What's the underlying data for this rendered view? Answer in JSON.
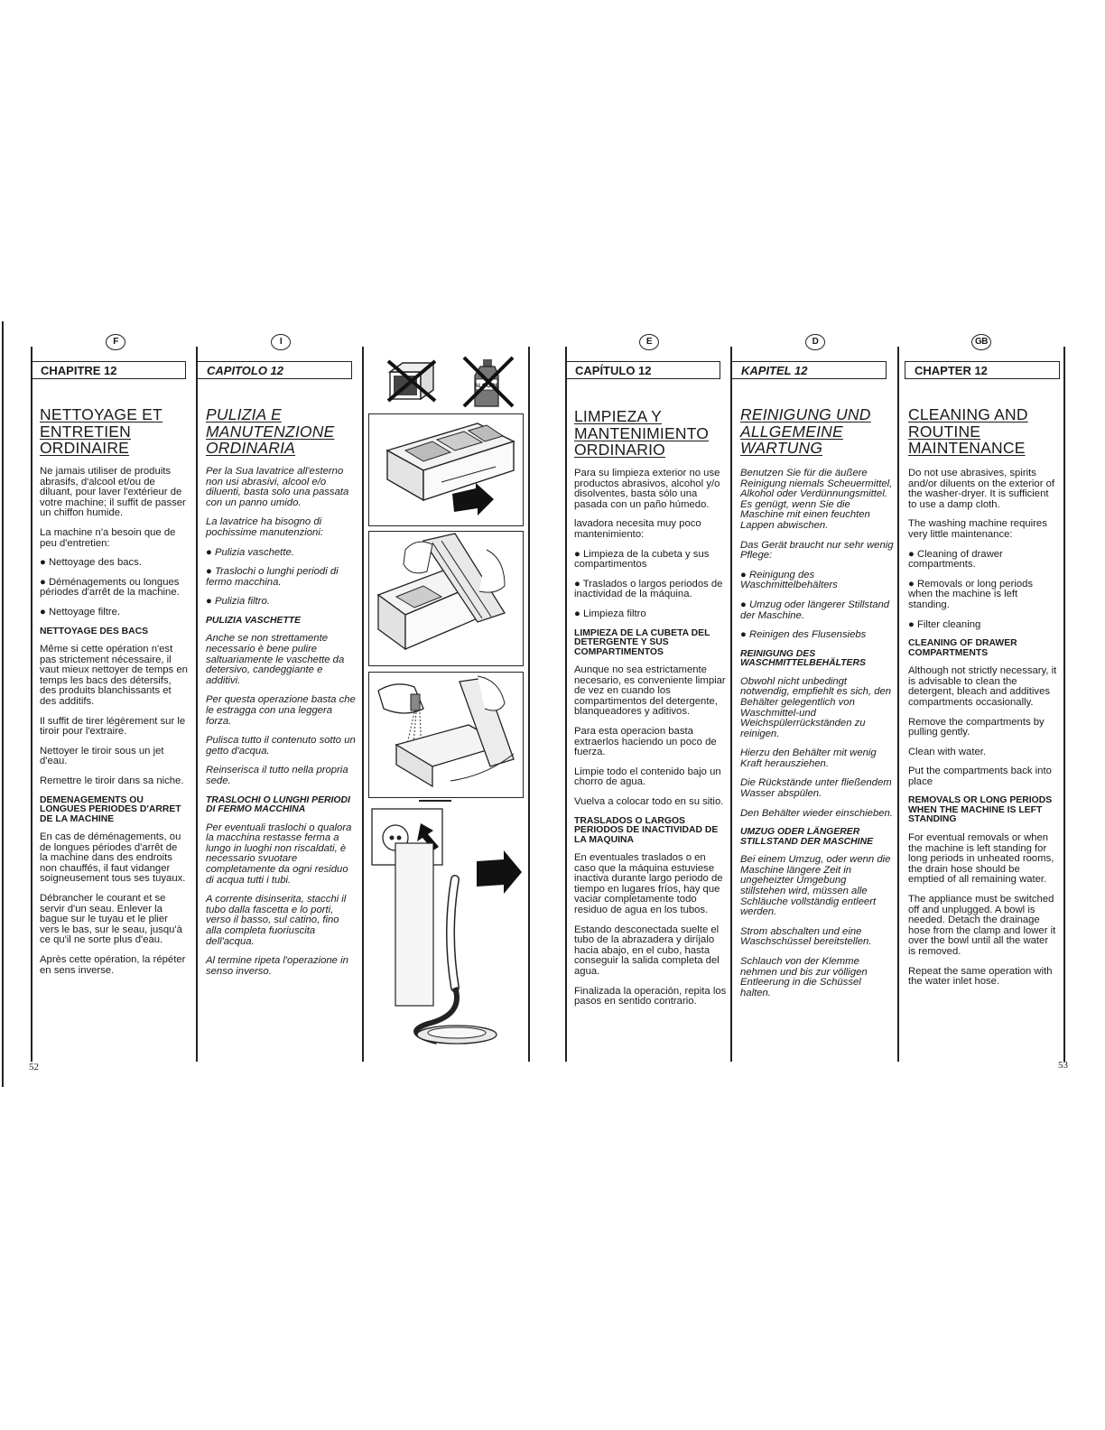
{
  "columns": {
    "fr": {
      "lang_badge": "F",
      "chapter": "CHAPITRE 12",
      "title": "NETTOYAGE ET\nENTRETIEN\nORDINAIRE",
      "paragraphs": [
        {
          "t": "Ne jamais utiliser de produits abrasifs, d'alcool et/ou de diluant, pour laver l'extérieur de votre machine; il suffit de passer un chiffon humide."
        },
        {
          "t": "La machine n'a besoin que de peu d'entretien:"
        },
        {
          "t": "Nettoyage des bacs.",
          "bullet": true
        },
        {
          "t": "Déménagements ou longues périodes d'arrêt de la machine.",
          "bullet": true
        },
        {
          "t": "Nettoyage filtre.",
          "bullet": true
        },
        {
          "t": "NETTOYAGE DES BACS",
          "heading": true
        },
        {
          "t": "Même si cette opération n'est pas strictement nécessaire, il vaut mieux nettoyer de temps en temps les bacs des détersifs, des produits blanchissants et des additifs."
        },
        {
          "t": "Il suffit de tirer légèrement sur le tiroir pour l'extraire."
        },
        {
          "t": "Nettoyer le tiroir sous un jet d'eau."
        },
        {
          "t": "Remettre le tiroir dans sa niche."
        },
        {
          "t": "DEMENAGEMENTS OU LONGUES PERIODES D'ARRET DE LA MACHINE",
          "heading": true
        },
        {
          "t": "En cas de déménagements, ou de longues périodes d'arrêt de la machine dans des endroits non chauffés, il faut vidanger soigneusement tous ses tuyaux."
        },
        {
          "t": "Débrancher le courant et se servir d'un seau. Enlever la bague sur le tuyau et le plier vers le bas, sur le seau, jusqu'à ce qu'il ne sorte plus d'eau."
        },
        {
          "t": "Après cette opération, la répéter en sens inverse."
        }
      ]
    },
    "it": {
      "lang_badge": "I",
      "chapter": "CAPITOLO 12",
      "title": "PULIZIA E\nMANUTENZIONE\nORDINARIA",
      "paragraphs": [
        {
          "t": "Per la Sua lavatrice all'esterno non usi abrasivi, alcool e/o diluenti, basta solo una passata con un panno umido."
        },
        {
          "t": "La lavatrice ha bisogno di pochissime manutenzioni:"
        },
        {
          "t": "Pulizia vaschette.",
          "bullet": true
        },
        {
          "t": "Traslochi o lunghi periodi di fermo macchina.",
          "bullet": true
        },
        {
          "t": "Pulizia filtro.",
          "bullet": true
        },
        {
          "t": "PULIZIA VASCHETTE",
          "heading": true
        },
        {
          "t": "Anche se non strettamente necessario è bene pulire saltuariamente le vaschette da detersivo, candeggiante e additivi."
        },
        {
          "t": "Per questa operazione basta che le estragga con una leggera forza."
        },
        {
          "t": "Pulisca tutto il contenuto sotto un getto d'acqua."
        },
        {
          "t": "Reinserisca il tutto nella propria sede."
        },
        {
          "t": "TRASLOCHI O LUNGHI PERIODI DI FERMO MACCHINA",
          "heading": true
        },
        {
          "t": "Per eventuali traslochi o qualora la macchina restasse ferma a lungo in luoghi non riscaldati, è necessario svuotare completamente da ogni residuo di acqua tutti i tubi."
        },
        {
          "t": "A corrente disinserita, stacchi il tubo dalla fascetta e lo porti, verso il basso, sul catino, fino alla completa fuoriuscita dell'acqua."
        },
        {
          "t": "Al termine ripeta l'operazione in senso inverso."
        }
      ]
    },
    "es": {
      "lang_badge": "E",
      "chapter": "CAPÍTULO 12",
      "title": "LIMPIEZA Y\nMANTENIMIENTO\nORDINARIO",
      "paragraphs": [
        {
          "t": "Para su limpieza exterior no use productos abrasivos, alcohol y/o disolventes, basta sólo una pasada con un paño húmedo."
        },
        {
          "t": "lavadora necesita muy poco mantenimiento:"
        },
        {
          "t": "Limpieza de la cubeta y sus compartimentos",
          "bullet": true
        },
        {
          "t": "Traslados o largos periodos de inactividad de la máquina.",
          "bullet": true
        },
        {
          "t": "Limpieza filtro",
          "bullet": true
        },
        {
          "t": "LIMPIEZA DE LA CUBETA DEL DETERGENTE Y SUS COMPARTIMENTOS",
          "heading": true
        },
        {
          "t": "Aunque no sea estrictamente necesario, es conveniente limpiar de vez en cuando los compartimentos del detergente, blanqueadores y aditivos."
        },
        {
          "t": "Para esta operacion basta extraerlos haciendo un poco de fuerza."
        },
        {
          "t": "Limpie todo el contenido bajo un chorro de agua."
        },
        {
          "t": "Vuelva a colocar todo en su sitio."
        },
        {
          "t": "TRASLADOS O LARGOS PERIODOS DE INACTIVIDAD DE LA MAQUINA",
          "heading": true
        },
        {
          "t": "En eventuales traslados o en caso que la máquina estuviese inactiva durante largo periodo de tiempo en lugares fríos, hay que vaciar completamente todo residuo de agua en los tubos."
        },
        {
          "t": "Estando desconectada suelte el tubo de la abrazadera y diríjalo hacia abajo, en el cubo, hasta conseguir la salida completa del agua."
        },
        {
          "t": "Finalizada la operación, repita los pasos en sentido contrario."
        }
      ]
    },
    "de": {
      "lang_badge": "D",
      "chapter": "KAPITEL 12",
      "title": "REINIGUNG UND\nALLGEMEINE\nWARTUNG",
      "paragraphs": [
        {
          "t": "Benutzen Sie für die äußere Reinigung niemals Scheuermittel, Alkohol oder Verdünnungsmittel. Es genügt, wenn Sie die Maschine mit einen feuchten Lappen abwischen."
        },
        {
          "t": "Das Gerät braucht nur sehr wenig Pflege:"
        },
        {
          "t": "Reinigung des Waschmittelbehälters",
          "bullet": true
        },
        {
          "t": "Umzug oder längerer Stillstand der Maschine.",
          "bullet": true
        },
        {
          "t": "Reinigen des Flusensiebs",
          "bullet": true
        },
        {
          "t": "REINIGUNG DES WASCHMITTELBEHÄLTERS",
          "heading": true
        },
        {
          "t": "Obwohl nicht unbedingt notwendig, empfiehlt es sich, den Behälter gelegentlich von Waschmittel-und Weichspülerrückständen zu reinigen."
        },
        {
          "t": "Hierzu den Behälter mit wenig Kraft herausziehen."
        },
        {
          "t": "Die Rückstände unter fließendem Wasser abspülen."
        },
        {
          "t": "Den Behälter wieder einschieben."
        },
        {
          "t": "UMZUG ODER LÄNGERER STILLSTAND DER MASCHINE",
          "heading": true
        },
        {
          "t": "Bei einem Umzug, oder wenn die Maschine längere Zeit in ungeheizter Umgebung stillstehen wird, müssen alle Schläuche vollständig entleert werden."
        },
        {
          "t": "Strom abschalten und eine Waschschüssel bereitstellen."
        },
        {
          "t": "Schlauch von der Klemme nehmen und bis zur völligen Entleerung in die Schüssel halten."
        }
      ]
    },
    "gb": {
      "lang_badge": "GB",
      "chapter": "CHAPTER 12",
      "title": "CLEANING AND\nROUTINE\nMAINTENANCE",
      "paragraphs": [
        {
          "t": "Do not use abrasives, spirits and/or diluents on the exterior of the washer-dryer. It is sufficient to use a damp cloth."
        },
        {
          "t": "The washing machine requires very little maintenance:"
        },
        {
          "t": "Cleaning of drawer compartments.",
          "bullet": true
        },
        {
          "t": "Removals or long periods when the machine is left standing.",
          "bullet": true
        },
        {
          "t": "Filter cleaning",
          "bullet": true
        },
        {
          "t": "CLEANING OF DRAWER COMPARTMENTS",
          "heading": true
        },
        {
          "t": "Although not strictly necessary, it is advisable to clean the detergent, bleach and additives compartments occasionally."
        },
        {
          "t": "Remove the compartments by pulling gently."
        },
        {
          "t": "Clean with water."
        },
        {
          "t": "Put the compartments back into place"
        },
        {
          "t": "REMOVALS OR LONG PERIODS WHEN THE MACHINE IS LEFT STANDING",
          "heading": true
        },
        {
          "t": "For eventual removals or when the machine is left standing for long periods in unheated rooms, the drain hose should be emptied of all remaining water."
        },
        {
          "t": "The appliance must be switched off and unplugged. A bowl is needed. Detach the drainage hose from the clamp and lower it over the bowl until all the water is removed."
        },
        {
          "t": "Repeat the same operation with the water inlet hose."
        }
      ]
    }
  },
  "figures": {
    "alcohol_label": "ALCOOL"
  },
  "page_numbers": {
    "left": "52",
    "right": "53"
  }
}
